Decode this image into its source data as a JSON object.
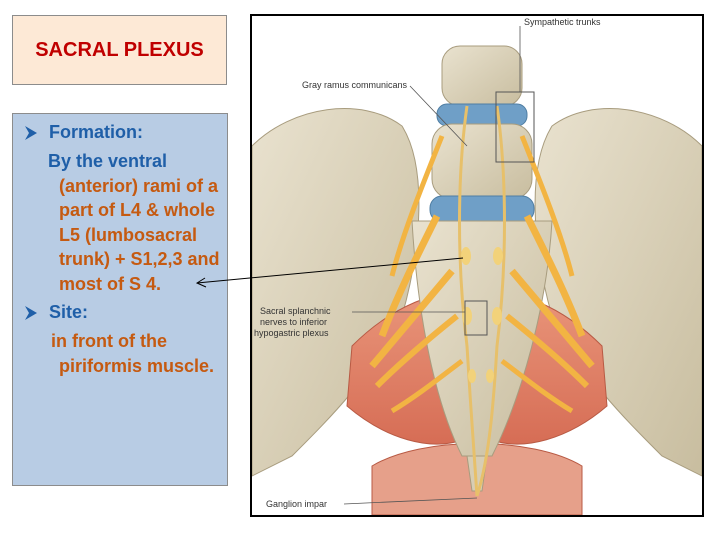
{
  "title": "SACRAL PLEXUS",
  "content": {
    "formation_heading": "Formation:",
    "formation_lead": "By the ventral",
    "formation_body": " (anterior) rami of a part of L4 & whole L5 (lumbosacral trunk) + S1,2,3 and most of S 4.",
    "site_heading": "Site:",
    "site_body": "in front of the piriformis muscle."
  },
  "figure": {
    "labels": {
      "sympathetic_trunks": "Sympathetic trunks",
      "gray_ramus": "Gray ramus communicans",
      "sacral_splanchnic_1": "Sacral splanchnic",
      "sacral_splanchnic_2": "nerves to inferior",
      "sacral_splanchnic_3": "hypogastric plexus",
      "ganglion_impar": "Ganglion impar"
    }
  },
  "colors": {
    "title_red": "#c00000",
    "heading_blue": "#1f5fa8",
    "body_orange": "#c55a11",
    "title_bg": "#fde9d6",
    "panel_bg": "#b8cce4"
  },
  "icons": {
    "bullet": "arrow-bullet-icon",
    "pointer": "pointer-arrow-icon"
  }
}
